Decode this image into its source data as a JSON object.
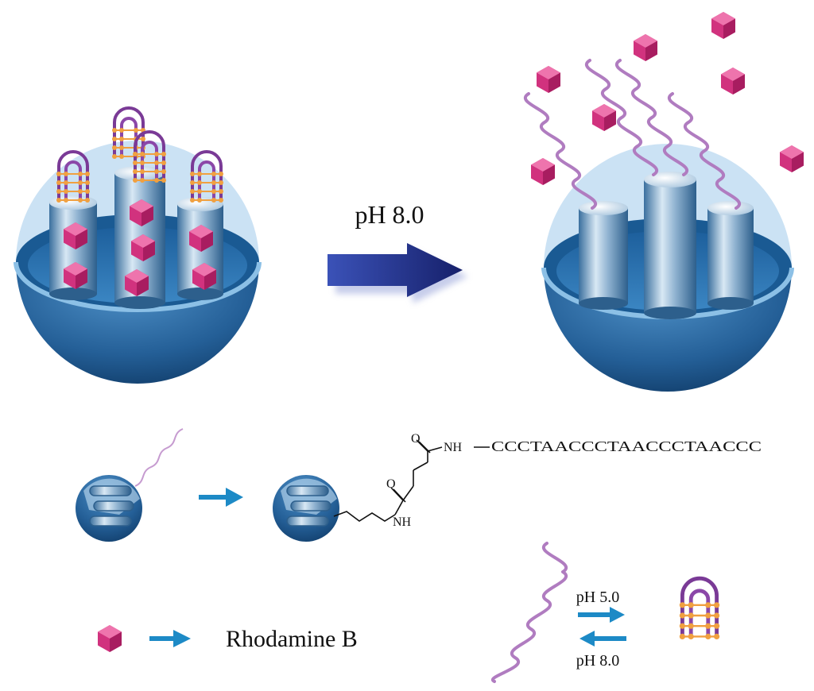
{
  "labels": {
    "main_condition": "pH 8.0",
    "amide_nh_top": "NH",
    "dna_sequence": "CCCTAACCCTAACCCTAACCC",
    "amide_nh_bottom": "NH",
    "cargo_name": "Rhodamine B",
    "forward_condition": "pH 5.0",
    "reverse_condition": "pH 8.0"
  },
  "colors": {
    "sphere": "#2f6fa6",
    "sphere_dark": "#123f6c",
    "cap": "#c5dff3",
    "cargo": "#d1327e",
    "dna": "#b07cc0",
    "imotif": "#7a3a96",
    "base_pair": "#f0a040",
    "main_arrow": "#1f2f86",
    "small_arrow": "#1d8ac6"
  },
  "icons": {
    "container": "mesoporous-silica-nanoparticle-icon",
    "cargo": "rhodamine-cube-icon",
    "gate": "i-motif-dna-icon",
    "strand": "single-strand-dna-icon"
  }
}
